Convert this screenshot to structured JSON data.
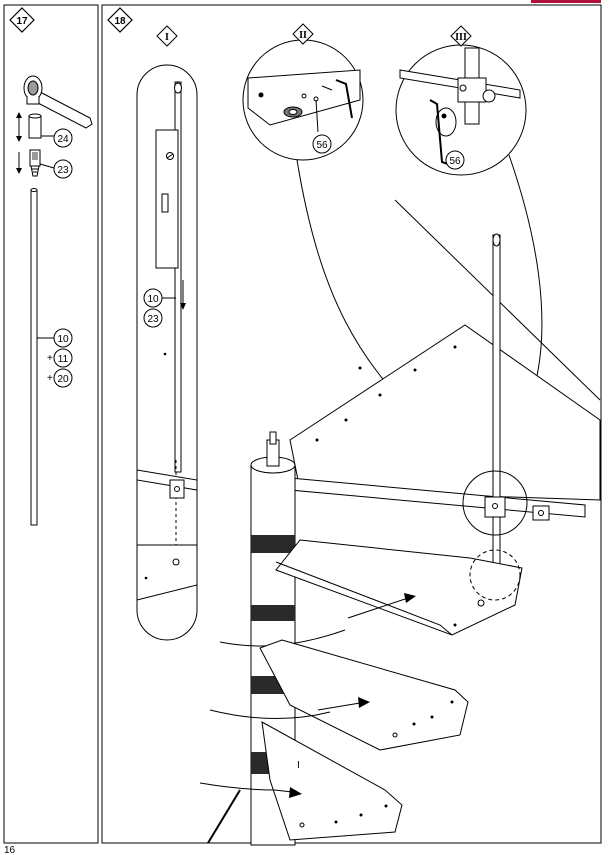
{
  "page": {
    "number": "16",
    "accent_color": "#b0103a"
  },
  "step17": {
    "number": "17",
    "callouts": {
      "c24": "24",
      "c23": "23",
      "c10": "10",
      "c11": "11",
      "c20": "20"
    },
    "plus": "+"
  },
  "step18": {
    "number": "18",
    "detail_labels": {
      "d1": "I",
      "d2": "II",
      "d3": "III"
    },
    "detail1_callouts": {
      "c10": "10",
      "c23": "23"
    },
    "detail2_callout": "56",
    "detail3_callout": "56",
    "tread_mark": "I"
  }
}
